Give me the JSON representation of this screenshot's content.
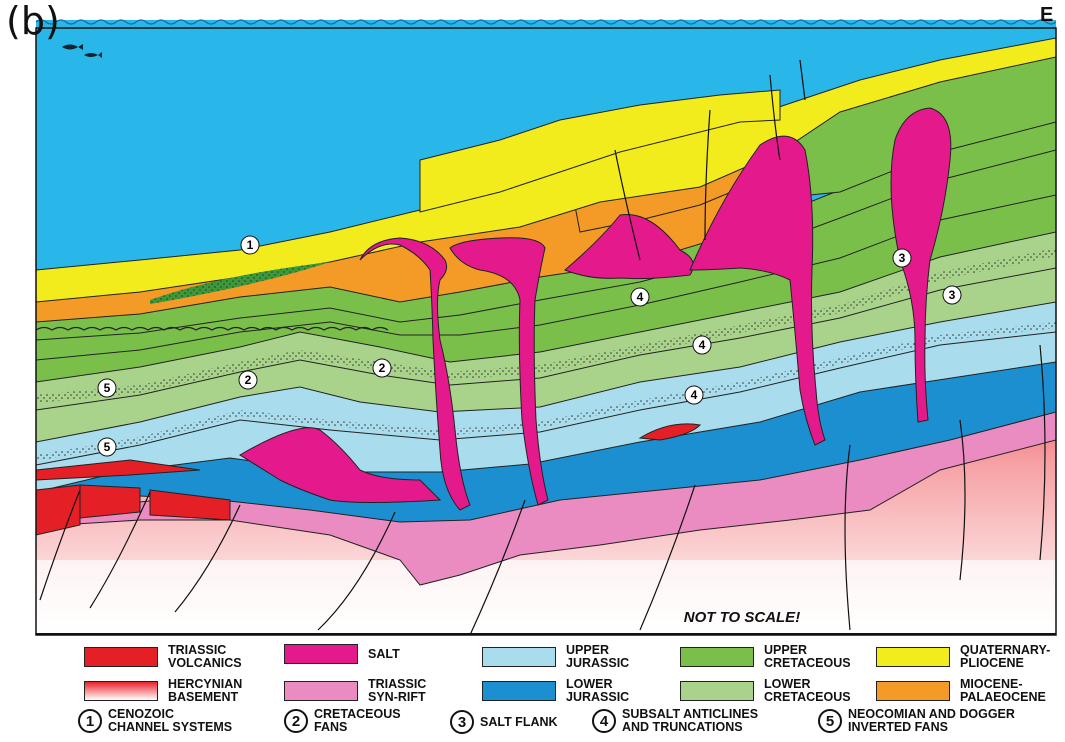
{
  "panel_label": "(b)",
  "direction_label": "E",
  "scale_note": "NOT TO SCALE!",
  "feature_markers": {
    "m1": "1",
    "m2a": "2",
    "m2b": "2",
    "m3a": "3",
    "m3b": "3",
    "m4a": "4",
    "m4b": "4",
    "m4c": "4",
    "m5a": "5",
    "m5b": "5"
  },
  "colors": {
    "sea": "#29b6e9",
    "quaternary": "#f2ec1d",
    "miocene": "#f39a27",
    "upper_cretaceous": "#7bbf4b",
    "lower_cretaceous": "#a9d38a",
    "upper_jurassic": "#a9dcec",
    "lower_jurassic": "#1c8fd0",
    "salt": "#e3198c",
    "triassic_synrift": "#ea8cc1",
    "triassic_volcanics": "#e41f25",
    "basement": "#e8222a"
  },
  "legend": {
    "units": [
      {
        "label": "TRIASSIC\nVOLCANICS",
        "swatch": "triassic_volcanics"
      },
      {
        "label": "HERCYNIAN\nBASEMENT",
        "swatch": "basement"
      },
      {
        "label": "SALT",
        "swatch": "salt"
      },
      {
        "label": "TRIASSIC\nSYN-RIFT",
        "swatch": "triassic_synrift"
      },
      {
        "label": "UPPER\nJURASSIC",
        "swatch": "upper_jurassic"
      },
      {
        "label": "LOWER\nJURASSIC",
        "swatch": "lower_jurassic"
      },
      {
        "label": "UPPER\nCRETACEOUS",
        "swatch": "upper_cretaceous"
      },
      {
        "label": "LOWER\nCRETACEOUS",
        "swatch": "lower_cretaceous"
      },
      {
        "label": "QUATERNARY-\nPLIOCENE",
        "swatch": "quaternary"
      },
      {
        "label": "MIOCENE-\nPALAEOCENE",
        "swatch": "miocene"
      }
    ],
    "features": [
      {
        "num": "1",
        "label": "CENOZOIC\nCHANNEL SYSTEMS"
      },
      {
        "num": "2",
        "label": "CRETACEOUS\nFANS"
      },
      {
        "num": "3",
        "label": "SALT FLANK"
      },
      {
        "num": "4",
        "label": "SUBSALT ANTICLINES\nAND TRUNCATIONS"
      },
      {
        "num": "5",
        "label": "NEOCOMIAN AND DOGGER\nINVERTED FANS"
      }
    ]
  }
}
